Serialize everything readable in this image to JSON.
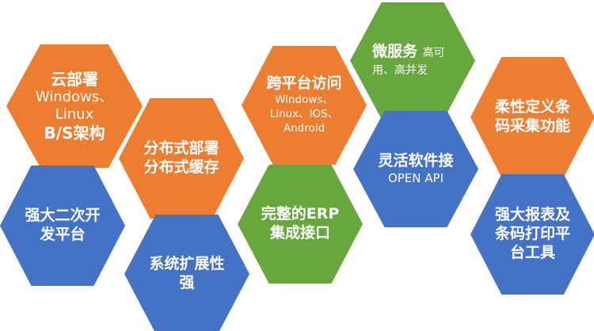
{
  "colors": {
    "orange": "#ED7D31",
    "blue": "#4472C4",
    "green": "#68A73E"
  },
  "hexagons": {
    "cloud": {
      "l1": "云部署",
      "l2": "Windows、",
      "l3": "Linux",
      "l4": "B/S架构"
    },
    "devPlatform": {
      "l1": "强大二次开",
      "l2": "发平台"
    },
    "distributed": {
      "l1": "分布式部署",
      "l2": "分布式缓存"
    },
    "scalability": {
      "l1": "系统扩展性",
      "l2": "强"
    },
    "crossPlatform": {
      "l1": "跨平台访问",
      "l2": "Windows、",
      "l3": "Linux、IOS、",
      "l4": "Android"
    },
    "erp": {
      "l1": "完整的ERP",
      "l2": "集成接口"
    },
    "microservice": {
      "title": "微服务 ",
      "sub": "高可用、高并发"
    },
    "openApi": {
      "l1": "灵活软件接",
      "l2": "OPEN API"
    },
    "barcode": {
      "l1": "柔性定义条",
      "l2": "码采集功能"
    },
    "report": {
      "l1": "强大报表及",
      "l2": "条码打印平",
      "l3": "台工具"
    }
  }
}
